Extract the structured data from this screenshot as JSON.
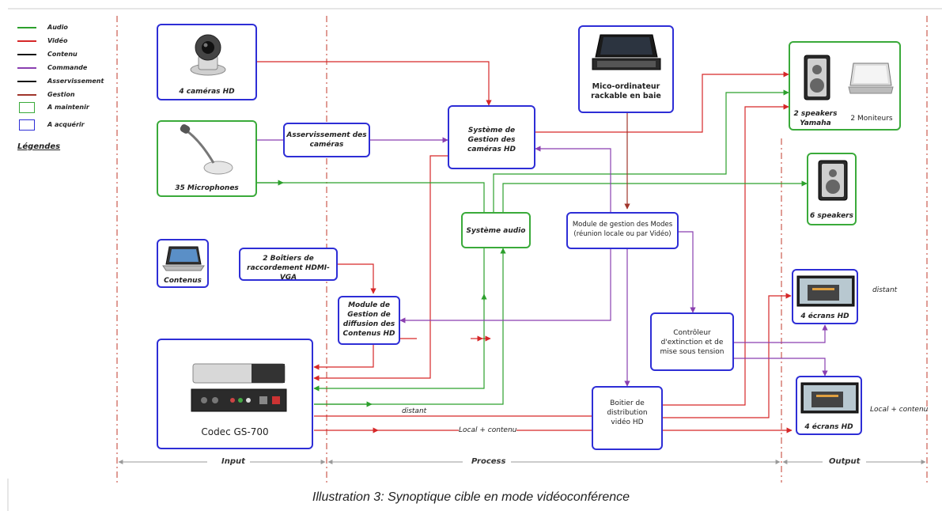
{
  "legend": {
    "audio": "Audio",
    "video": "Vidéo",
    "contenu": "Contenu",
    "commande": "Commande",
    "asservissement": "Asservissement",
    "gestion": "Gestion",
    "a_maintenir": "A maintenir",
    "a_acquerir": "A acquérir",
    "title": "Légendes"
  },
  "colors": {
    "audio": "#2ca02c",
    "video": "#d62728",
    "contenu": "#111111",
    "commande": "#8a3fb0",
    "asservissement": "#111111",
    "gestion": "#a0352b",
    "maintain_border": "#3aaa3a",
    "acquire_border": "#2e2ed6"
  },
  "nodes": {
    "cameras": "4 caméras HD",
    "microphones": "35 Microphones",
    "contenus": "Contenus",
    "asservissement": "Asservissement des caméras",
    "boitiers": "2 Boîtiers de raccordement HDMI-VGA",
    "gestion_cameras": "Système de Gestion des caméras HD",
    "systeme_audio": "Système audio",
    "micro_ordinateur": "Mico-ordinateur rackable en baie",
    "module_modes": "Module de gestion des Modes (réunion locale ou par Vidéo)",
    "module_diffusion": "Module de Gestion de diffusion des Contenus HD",
    "codec": "Codec GS-700",
    "controleur": "Contrôleur d'extinction et de mise sous tension",
    "boitier_distribution": "Boitier de distribution vidéo HD",
    "speakers_yamaha": "2 speakers Yamaha",
    "moniteurs": "2 Moniteurs",
    "six_speakers": "6 speakers",
    "ecrans_distant": "4 écrans HD",
    "ecrans_local": "4 écrans HD"
  },
  "annotations": {
    "distant_right": "distant",
    "local_right": "Local + contenu",
    "distant_line": "distant",
    "local_line": "Local + contenu"
  },
  "sections": {
    "input": "Input",
    "process": "Process",
    "output": "Output"
  },
  "caption": "Illustration 3: Synoptique cible en mode vidéoconférence"
}
